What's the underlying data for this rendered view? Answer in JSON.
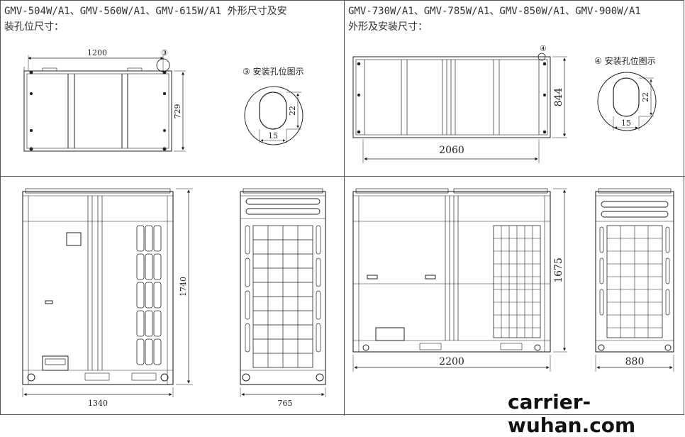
{
  "left_panel": {
    "caption_line1": "GMV-504W/A1、GMV-560W/A1、GMV-615W/A1 外形尺寸及安",
    "caption_line2": "装孔位尺寸：",
    "top_width": "1200",
    "top_depth": "729",
    "marker": "③",
    "hole_title": "③ 安装孔位图示",
    "hole_h": "22",
    "hole_w": "15",
    "front_height": "1740",
    "front_width": "1340",
    "side_width": "765"
  },
  "right_panel": {
    "caption_line1": "GMV-730W/A1、GMV-785W/A1、GMV-850W/A1、GMV-900W/A1",
    "caption_line2": "外形及安装尺寸：",
    "top_width": "2060",
    "top_depth": "844",
    "marker": "④",
    "hole_title": "④ 安装孔位图示",
    "hole_h": "22",
    "hole_w": "15",
    "front_height": "1675",
    "front_width": "2200",
    "side_width": "880"
  },
  "watermark": "carrier-wuhan.com"
}
